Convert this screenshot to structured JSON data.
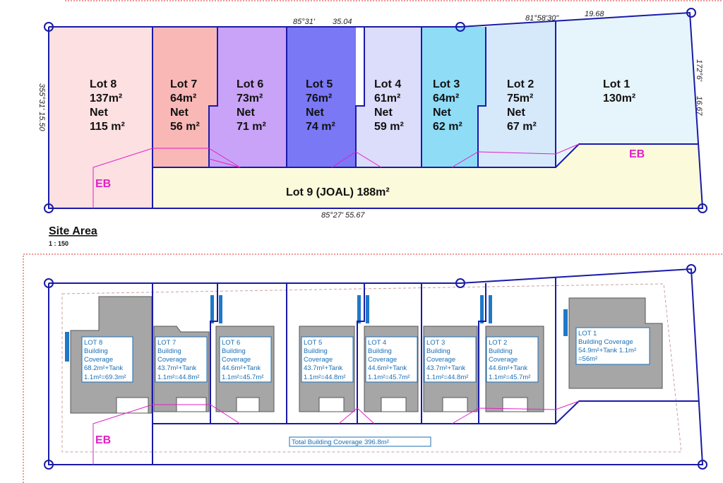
{
  "site_area": {
    "title": "Site Area",
    "scale": "1 : 150",
    "lots": [
      {
        "line1": "Lot 8",
        "line2": "137m²",
        "line3": "Net",
        "line4": "115 m²"
      },
      {
        "line1": "Lot 7",
        "line2": "64m²",
        "line3": "Net",
        "line4": "56 m²"
      },
      {
        "line1": "Lot 6",
        "line2": "73m²",
        "line3": "Net",
        "line4": "71 m²"
      },
      {
        "line1": "Lot 5",
        "line2": "76m²",
        "line3": "Net",
        "line4": "74 m²"
      },
      {
        "line1": "Lot 4",
        "line2": "61m²",
        "line3": "Net",
        "line4": "59 m²"
      },
      {
        "line1": "Lot 3",
        "line2": "64m²",
        "line3": "Net",
        "line4": "62 m²"
      },
      {
        "line1": "Lot 2",
        "line2": "75m²",
        "line3": "Net",
        "line4": "67 m²"
      },
      {
        "line1": "Lot 1",
        "line2": "130m²",
        "line3": "",
        "line4": ""
      }
    ],
    "lot9": "Lot 9 (JOAL) 188m²",
    "eb_label": "EB",
    "dims": {
      "top_left_bearing": "85°31'",
      "top_left_length": "35.04",
      "top_right_bearing": "81°58'30\"",
      "top_right_length": "19.68",
      "left": "355°31' 15.50",
      "right_bearing": "172°6'",
      "right_length": "16.67",
      "bottom": "85°27' 55.67"
    }
  },
  "coverage": {
    "lots": [
      {
        "l1": "LOT 8",
        "l2": "Building",
        "l3": "Coverage",
        "l4": "68.2m²+Tank",
        "l5": "1.1m²=69.3m²"
      },
      {
        "l1": "LOT 7",
        "l2": "Building",
        "l3": "Coverage",
        "l4": "43.7m²+Tank",
        "l5": "1.1m²=44.8m²"
      },
      {
        "l1": "LOT 6",
        "l2": "Building",
        "l3": "Coverage",
        "l4": "44.6m²+Tank",
        "l5": "1.1m²=45.7m²"
      },
      {
        "l1": "LOT 5",
        "l2": "Building",
        "l3": "Coverage",
        "l4": "43.7m²+Tank",
        "l5": "1.1m²=44.8m²"
      },
      {
        "l1": "LOT 4",
        "l2": "Building",
        "l3": "Coverage",
        "l4": "44.6m²+Tank",
        "l5": "1.1m²=45.7m²"
      },
      {
        "l1": "LOT 3",
        "l2": "Building",
        "l3": "Coverage",
        "l4": "43.7m²+Tank",
        "l5": "1.1m²=44.8m²"
      },
      {
        "l1": "LOT 2",
        "l2": "Building",
        "l3": "Coverage",
        "l4": "44.6m²+Tank",
        "l5": "1.1m²=45.7m²"
      }
    ],
    "lot1": {
      "l1": "LOT 1",
      "l2": "Building Coverage",
      "l3": "54.9m²+Tank 1.1m²",
      "l4": "=56m²"
    },
    "total": "Total Building Coverage 396.8m²",
    "eb_label": "EB"
  },
  "colors": {
    "boundary": "#1a1aa8",
    "eb": "#e020c8",
    "coverage_text": "#1a6fb5",
    "building": "#a6a6a6",
    "tank": "#1f78c8",
    "lot_fills": [
      "#fde0e2",
      "#f9b8b6",
      "#c9a3f7",
      "#7a78f5",
      "#dcdcfb",
      "#8fdcf7",
      "#d6e9fb",
      "#e6f5fc"
    ],
    "lot9_fill": "#fbfbdc"
  }
}
